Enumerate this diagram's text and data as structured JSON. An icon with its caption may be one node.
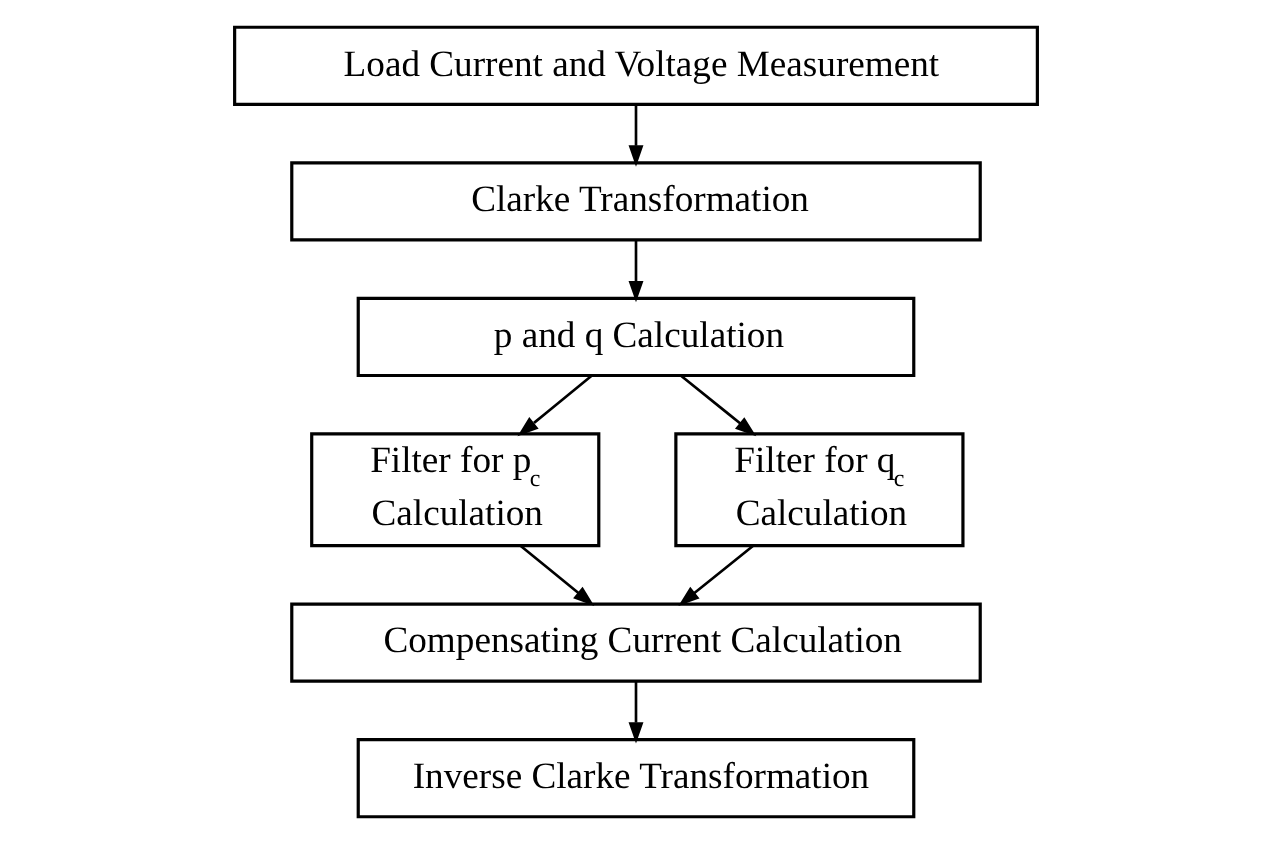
{
  "diagram": {
    "nodes": [
      {
        "text": [
          "Load Current and Voltage Measurement"
        ]
      },
      {
        "text": [
          "Clarke Transformation"
        ]
      },
      {
        "text": [
          "p and q Calculation"
        ]
      },
      {
        "text": [
          "Filter for p$_{c}$ Calculation"
        ]
      },
      {
        "text": [
          "Filter for q$_{c}$ Calculation"
        ]
      },
      {
        "text": [
          "Compensating Current Calculation"
        ]
      },
      {
        "text": [
          "Inverse Clarke Transformation"
        ]
      }
    ],
    "edges": [
      {
        "from": 0,
        "to": 1,
        "arrow": "to"
      },
      {
        "from": 1,
        "to": 2,
        "arrow": "to"
      },
      {
        "from": 2,
        "to": 3,
        "arrow": "to"
      },
      {
        "from": 2,
        "to": 4,
        "arrow": "to"
      },
      {
        "from": 3,
        "to": 5,
        "arrow": "to"
      },
      {
        "from": 4,
        "to": 5,
        "arrow": "to"
      },
      {
        "from": 5,
        "to": 6,
        "arrow": "to"
      }
    ]
  }
}
